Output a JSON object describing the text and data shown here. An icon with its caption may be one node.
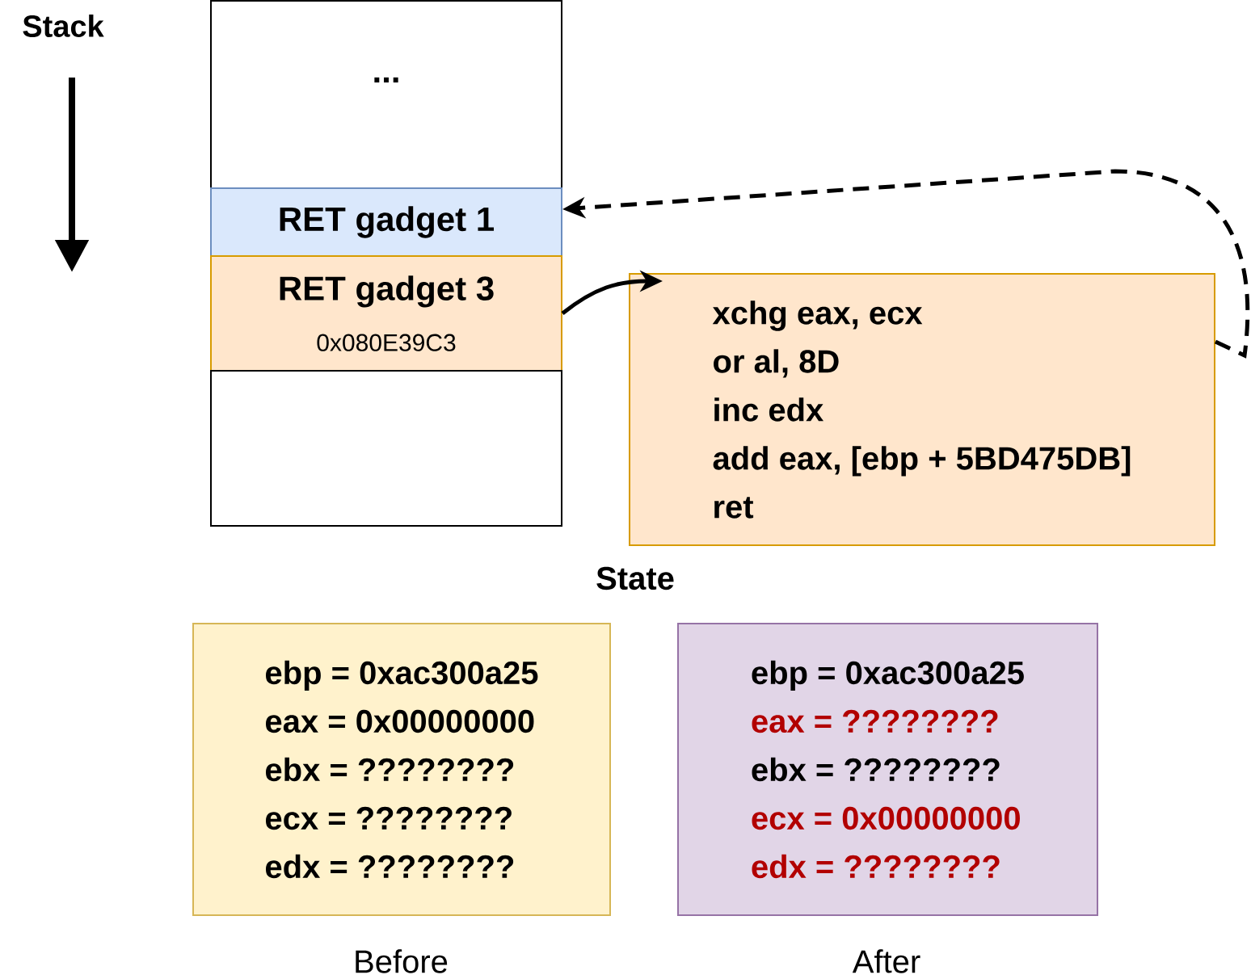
{
  "diagram": {
    "nodes": [
      {
        "text": [
          "..."
        ]
      },
      {
        "text": [
          "RET gadget 1"
        ]
      },
      {
        "text": [
          "RET gadget 3",
          "0x080E39C3"
        ]
      },
      {
        "text": [],
        "shape": "box"
      },
      {
        "text": [
          "xchg eax, ecx",
          "or al, 8D",
          "inc edx",
          "add eax, [ebp + 5BD475DB]",
          "ret"
        ]
      },
      {
        "text": [
          "ebp = 0xac300a25",
          "eax = 0x00000000",
          "ebx = ????????",
          "ecx = ????????",
          "edx = ????????"
        ],
        "beside": [
          "Before"
        ]
      },
      {
        "text": [
          "ebp = 0xac300a25",
          "eax = ????????",
          "ebx = ????????",
          "ecx = 0x00000000",
          "edx = ????????"
        ],
        "beside": [
          "After"
        ]
      }
    ],
    "edges": [
      {
        "from": 2,
        "to": 4,
        "arrow": "to"
      },
      {
        "from": 4,
        "to": 1,
        "arrow": "to",
        "style": "dashed"
      }
    ],
    "labels": [
      "Stack",
      "State"
    ]
  }
}
